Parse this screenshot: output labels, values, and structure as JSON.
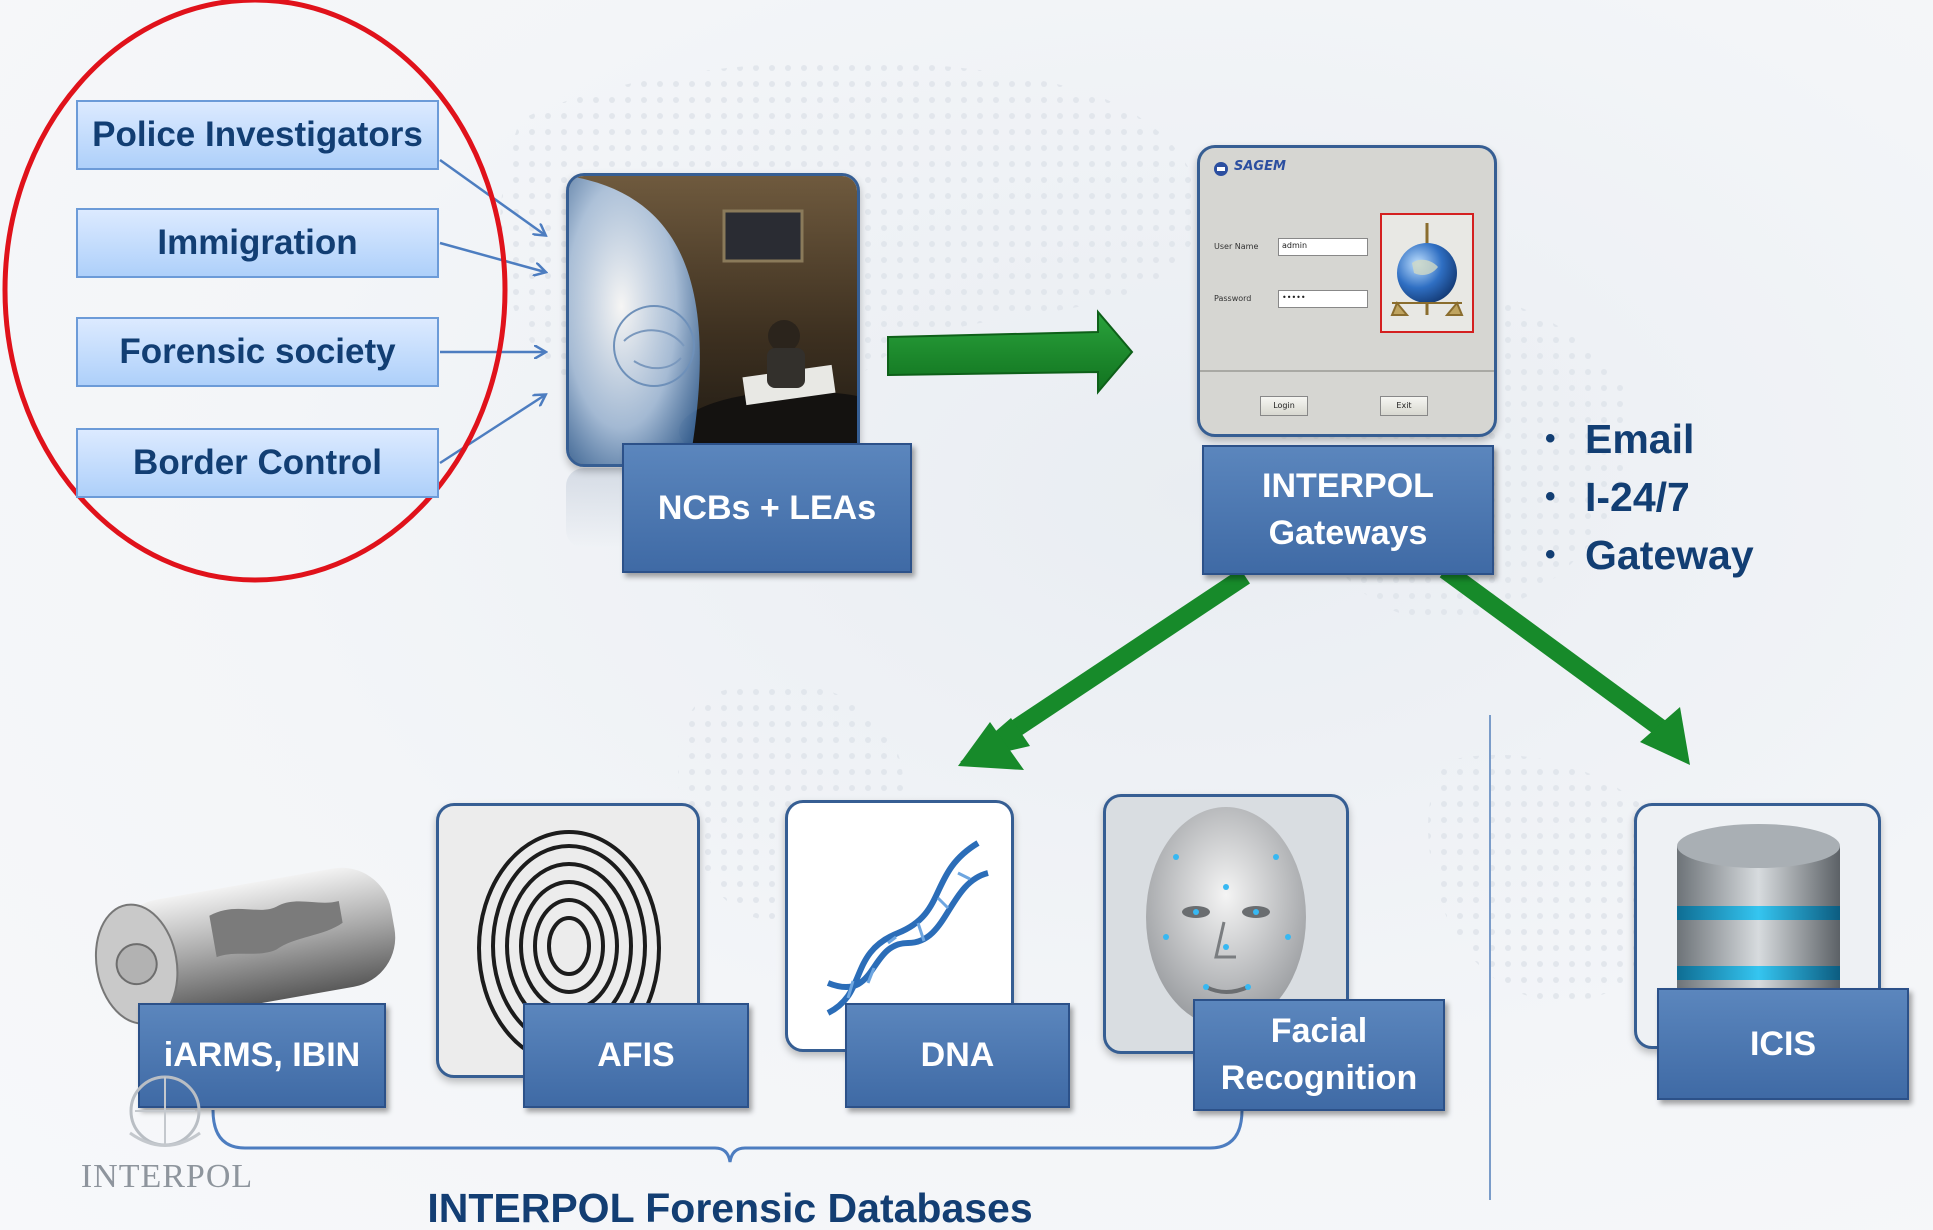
{
  "sources": [
    {
      "label": "Police Investigators"
    },
    {
      "label": "Immigration"
    },
    {
      "label": "Forensic society"
    },
    {
      "label": "Border Control"
    }
  ],
  "ncb_label": "NCBs + LEAs",
  "gateway": {
    "label_line1": "INTERPOL",
    "label_line2": "Gateways",
    "login": {
      "brand": "SAGEM",
      "username_label": "User Name",
      "username_value": "admin",
      "password_label": "Password",
      "password_value": "•••••",
      "login_button": "Login",
      "exit_button": "Exit"
    }
  },
  "channels": [
    "Email",
    "I-24/7",
    "Gateway"
  ],
  "databases": [
    {
      "label": "iARMS, IBIN"
    },
    {
      "label": "AFIS"
    },
    {
      "label": "DNA"
    },
    {
      "label_line1": "Facial",
      "label_line2": "Recognition"
    }
  ],
  "icis_label": "ICIS",
  "forensic_caption": "INTERPOL Forensic Databases",
  "logo_text": "INTERPOL",
  "colors": {
    "highlight_ring": "#e0121b",
    "flow_arrow": "#178a2a",
    "dark_label": "#3f6aa5",
    "light_label": "#aed0fa",
    "text_navy": "#123e73"
  }
}
